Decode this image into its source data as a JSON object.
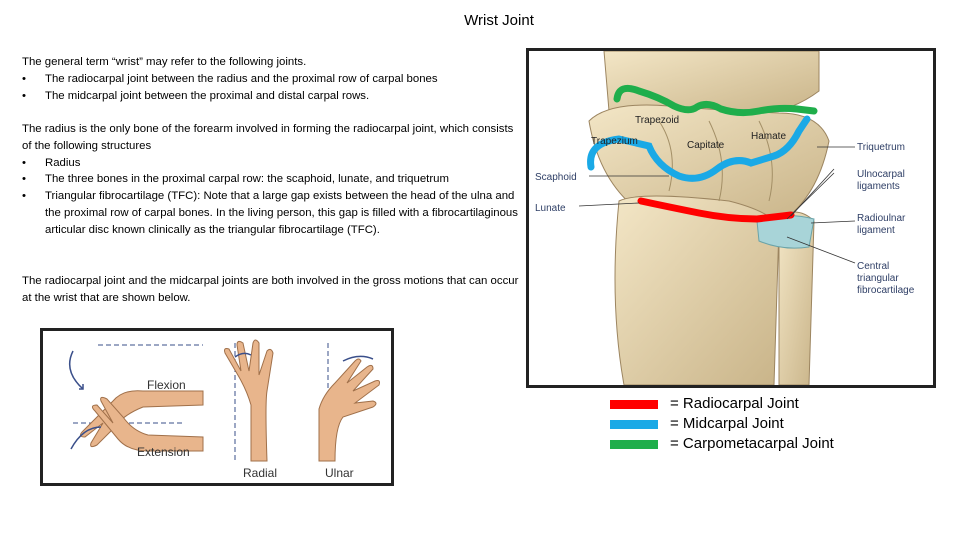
{
  "title": "Wrist Joint",
  "para1": {
    "intro": "The general term “wrist” may refer to the following joints.",
    "bullets": [
      "The radiocarpal joint between the radius and the proximal row of carpal bones",
      "The midcarpal joint between the proximal and distal carpal rows."
    ]
  },
  "para2": {
    "intro": "The radius is the only bone of the forearm involved in forming the radiocarpal joint, which consists of the following structures",
    "bullets": [
      "Radius",
      "The three bones in the proximal carpal row: the scaphoid, lunate, and triquetrum",
      "Triangular fibrocartilage (TFC): Note that a large gap exists between the head of the ulna and the proximal row of carpal bones. In the living person, this gap is filled with a fibrocartilaginous articular disc known clinically as the triangular fibrocartilage (TFC)."
    ]
  },
  "para3": {
    "text": "The radiocarpal joint and the midcarpal joints are both involved in the gross motions that can occur at the wrist that are shown below."
  },
  "motion_figure": {
    "labels": {
      "flexion": "Flexion",
      "extension": "Extension",
      "radial": "Radial",
      "ulnar": "Ulnar"
    }
  },
  "anatomy_figure": {
    "labels": {
      "trapezoid": "Trapezoid",
      "trapezium": "Trapezium",
      "capitate": "Capitate",
      "hamate": "Hamate",
      "triquetrum": "Triquetrum",
      "scaphoid": "Scaphoid",
      "lunate": "Lunate",
      "ulnocarpal": "Ulnocarpal ligaments",
      "ulnocarpal_l1": "Ulnocarpal",
      "ulnocarpal_l2": "ligaments",
      "radioulnar_l1": "Radioulnar",
      "radioulnar_l2": "ligament",
      "tfc_l1": "Central",
      "tfc_l2": "triangular",
      "tfc_l3": "fibrocartilage"
    }
  },
  "legend": {
    "items": [
      {
        "color": "#ff0000",
        "label": "= Radiocarpal Joint"
      },
      {
        "color": "#1aa9e6",
        "label": "= Midcarpal Joint"
      },
      {
        "color": "#1fae4b",
        "label": "= Carpometacarpal Joint"
      }
    ]
  }
}
